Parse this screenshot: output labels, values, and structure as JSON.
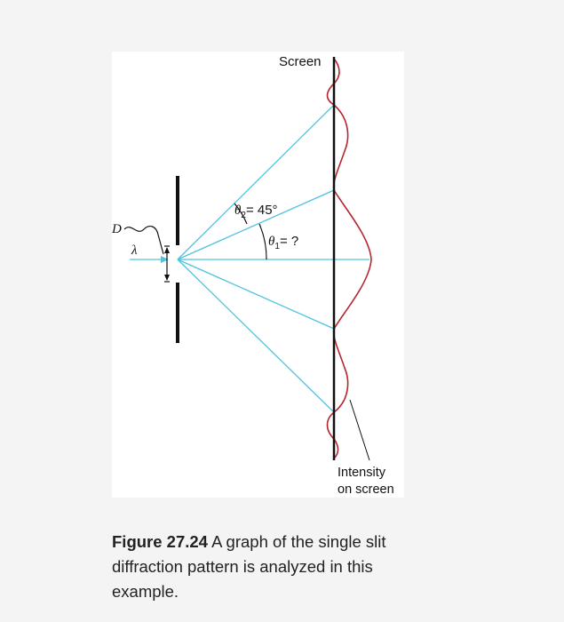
{
  "figure": {
    "screen_label": "Screen",
    "theta2_symbol": "θ",
    "theta2_sub": "2",
    "theta2_value": "= 45°",
    "theta1_symbol": "θ",
    "theta1_sub": "1",
    "theta1_value": "= ?",
    "D_label": "D",
    "lambda_label": "λ",
    "intensity_line1": "Intensity",
    "intensity_line2": "on screen",
    "colors": {
      "rays": "#4fc3e0",
      "intensity": "#b5262e",
      "slit": "#111111"
    }
  },
  "caption": {
    "label": "Figure 27.24",
    "text": " A graph of the single slit diffraction pattern is analyzed in this example."
  }
}
